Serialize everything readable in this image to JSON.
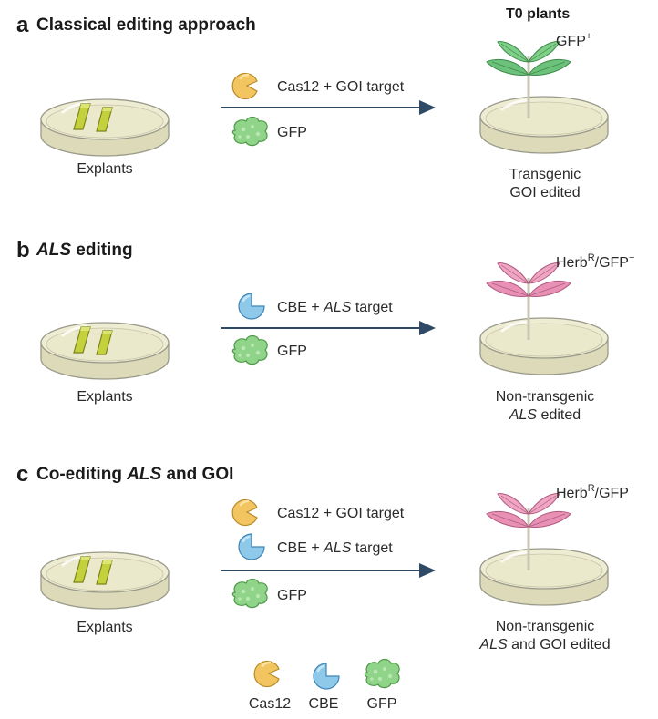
{
  "header": {
    "t0_plants": "T0 plants"
  },
  "panels": {
    "a": {
      "letter": "a",
      "title": "Classical editing approach",
      "left_label": "Explants",
      "reagents": [
        {
          "icon": "cas12",
          "label": "Cas12 + GOI target"
        },
        {
          "icon": "gfp",
          "label": "GFP"
        }
      ],
      "plant_label": {
        "base": "GFP",
        "sup": "+"
      },
      "plant_color": "green",
      "result_line1": "Transgenic",
      "result_line2": "GOI edited"
    },
    "b": {
      "letter": "b",
      "title_italic": "ALS",
      "title_rest": " editing",
      "left_label": "Explants",
      "reagents": [
        {
          "icon": "cbe",
          "label_pre": "CBE + ",
          "label_italic": "ALS",
          "label_post": " target"
        },
        {
          "icon": "gfp",
          "label": "GFP"
        }
      ],
      "plant_label": {
        "base1": "Herb",
        "sup1": "R",
        "base2": "/GFP",
        "sup2": "−"
      },
      "plant_color": "pink",
      "result_line1": "Non-transgenic",
      "result_line2_italic": "ALS",
      "result_line2_rest": " edited"
    },
    "c": {
      "letter": "c",
      "title_pre": "Co-editing ",
      "title_italic": "ALS",
      "title_post": " and GOI",
      "left_label": "Explants",
      "reagents": [
        {
          "icon": "cas12",
          "label": "Cas12 + GOI target"
        },
        {
          "icon": "cbe",
          "label_pre": "CBE + ",
          "label_italic": "ALS",
          "label_post": " target"
        },
        {
          "icon": "gfp",
          "label": "GFP"
        }
      ],
      "plant_label": {
        "base1": "Herb",
        "sup1": "R",
        "base2": "/GFP",
        "sup2": "−"
      },
      "plant_color": "pink",
      "result_line1": "Non-transgenic",
      "result_line2_italic": "ALS",
      "result_line2_rest": " and GOI edited"
    }
  },
  "legend": [
    {
      "icon": "cas12",
      "label": "Cas12"
    },
    {
      "icon": "cbe",
      "label": "CBE"
    },
    {
      "icon": "gfp",
      "label": "GFP"
    }
  ],
  "colors": {
    "cas12": "#f2c560",
    "cbe": "#8ec9ea",
    "gfp": "#8fd488",
    "leaf_green": "#6cc27a",
    "leaf_pink": "#e991b4",
    "explant": "#c2cf3a",
    "dish": "#eae8cd",
    "arrow": "#2f4a66"
  }
}
